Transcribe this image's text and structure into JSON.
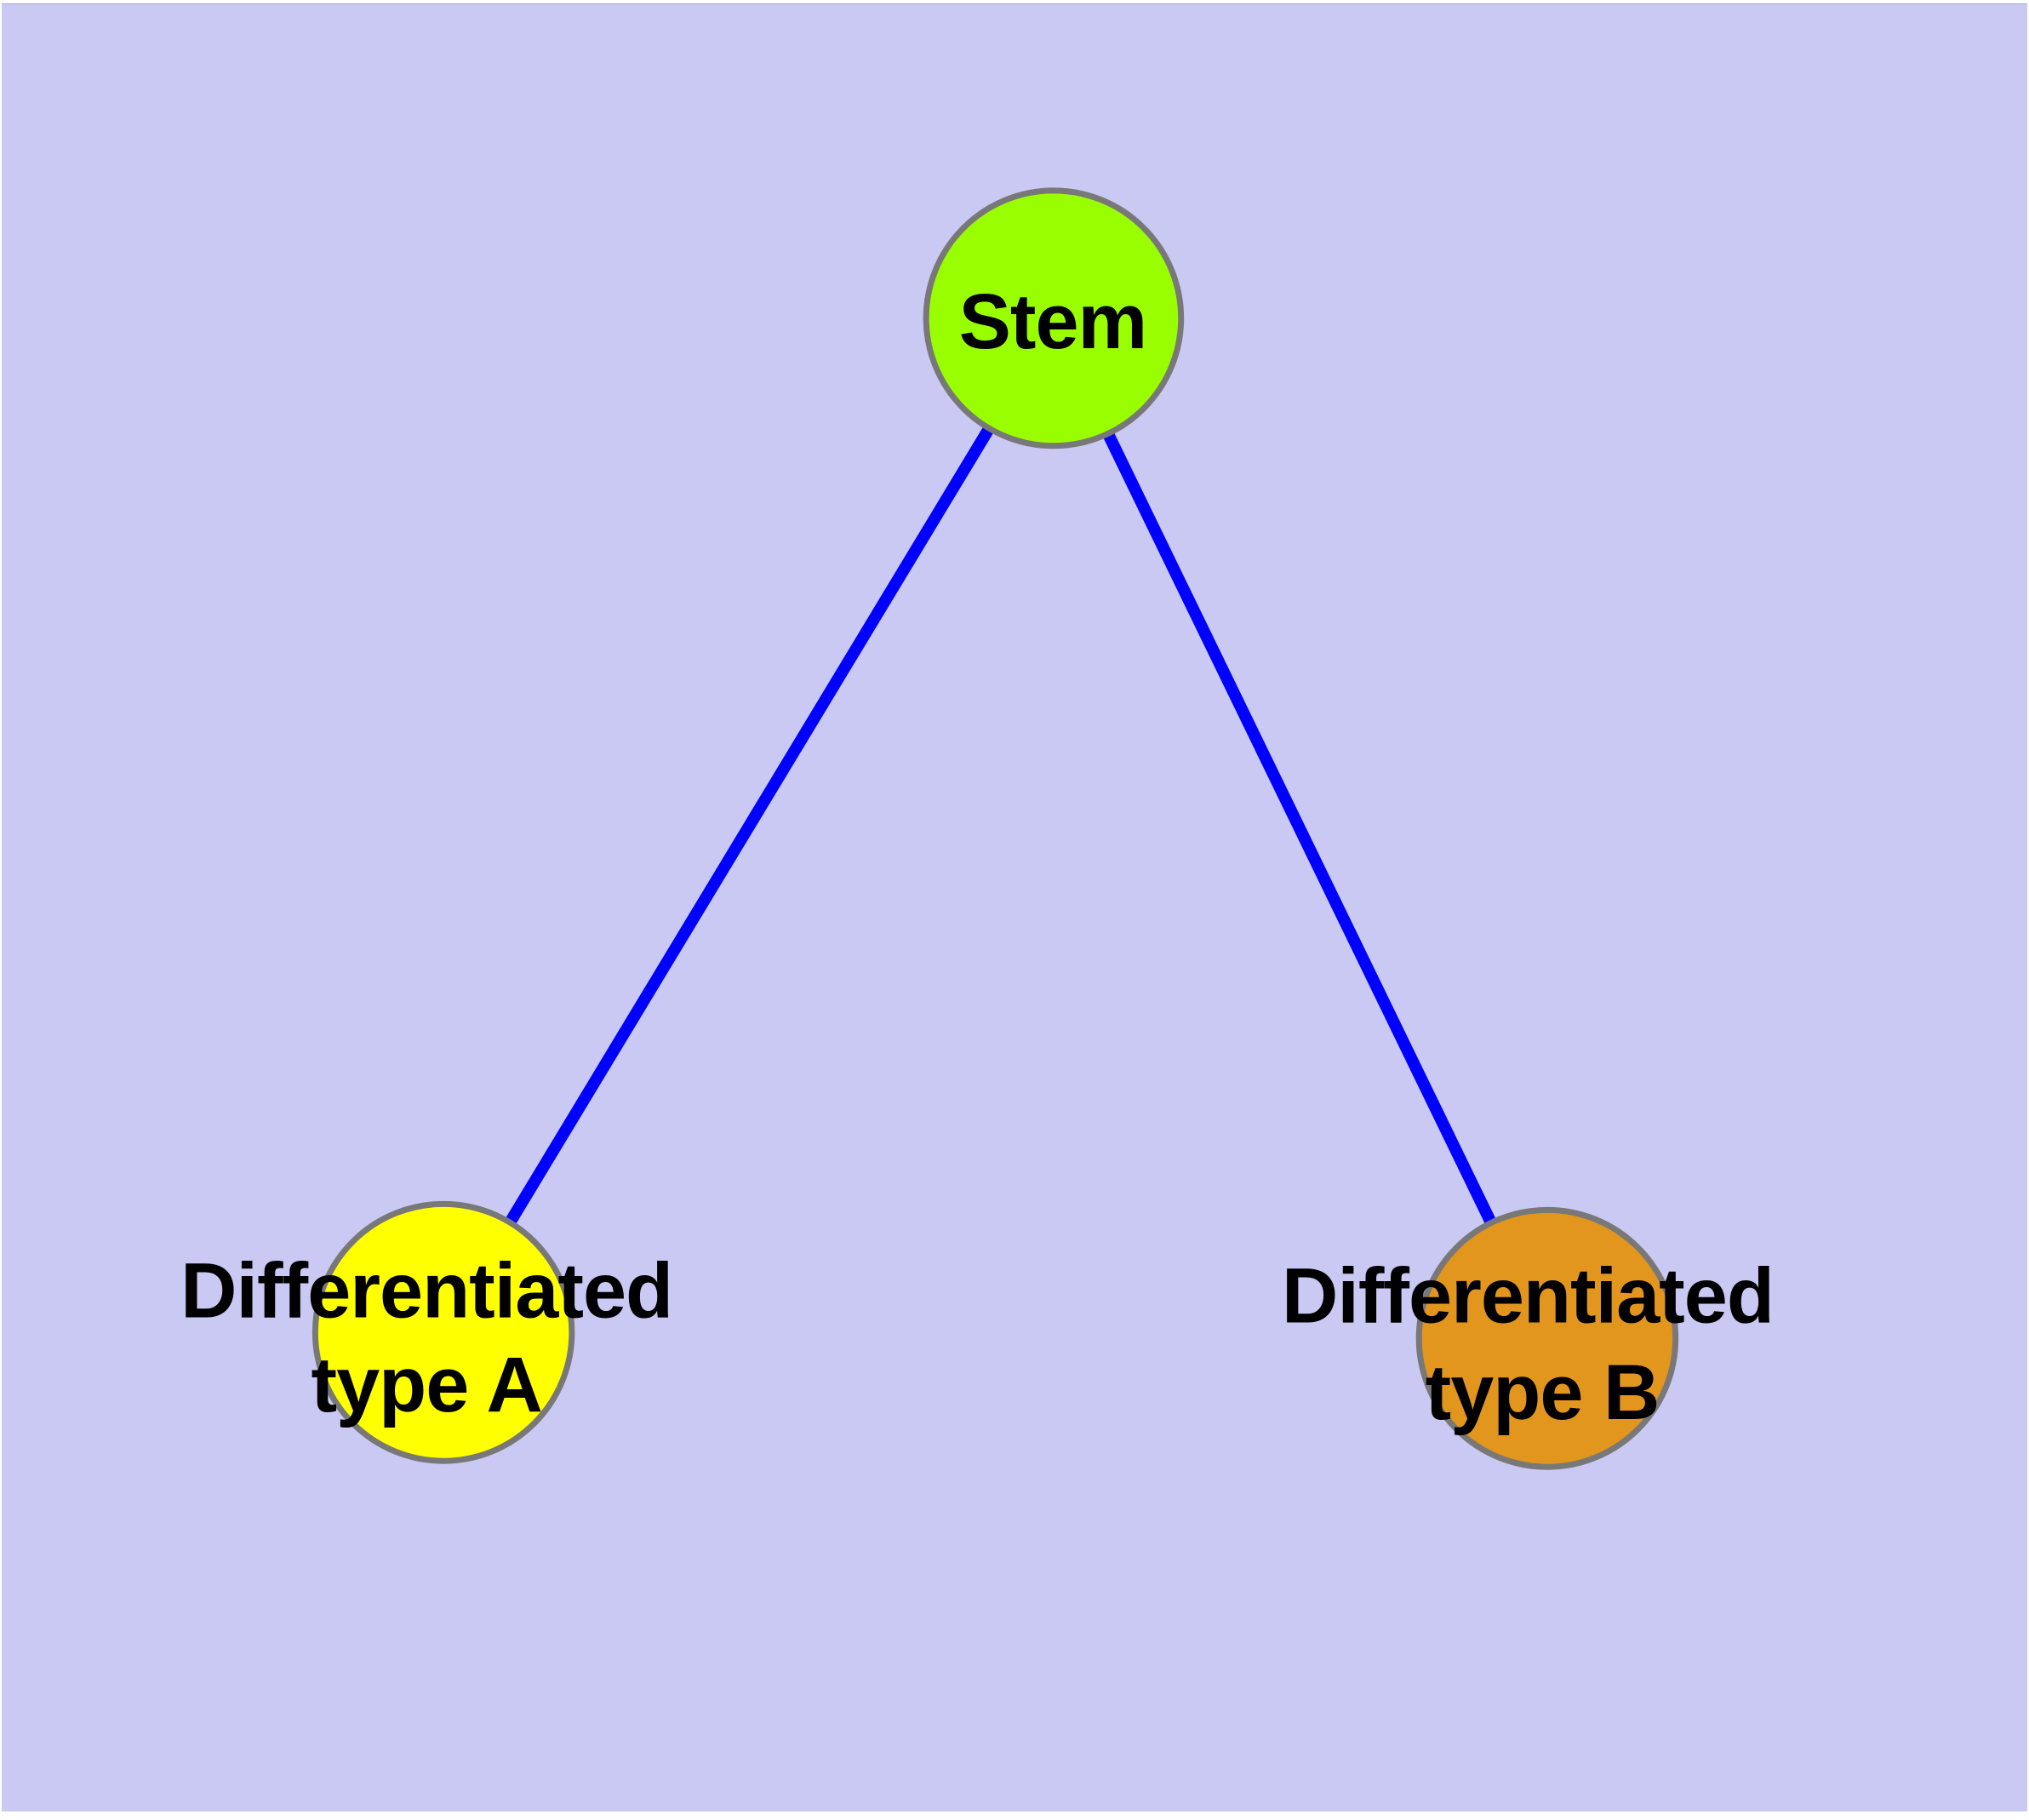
{
  "diagram": {
    "type": "node-link-graph",
    "background_color": "#C9C9F3",
    "edge_color": "#0000FF",
    "node_border_color": "#787878",
    "label_color": "#000000",
    "nodes": [
      {
        "id": "stem",
        "label": "Stem",
        "color": "#99FF00"
      },
      {
        "id": "differentiated-type-a",
        "label_line1": "Differentiated",
        "label_line2": "type A",
        "color": "#FFFF00"
      },
      {
        "id": "differentiated-type-b",
        "label_line1": "Differentiated",
        "label_line2": "type B",
        "color": "#E2961E"
      }
    ],
    "edges": [
      {
        "from": "Stem",
        "to": "Differentiated type A"
      },
      {
        "from": "Stem",
        "to": "Differentiated type B"
      }
    ]
  }
}
